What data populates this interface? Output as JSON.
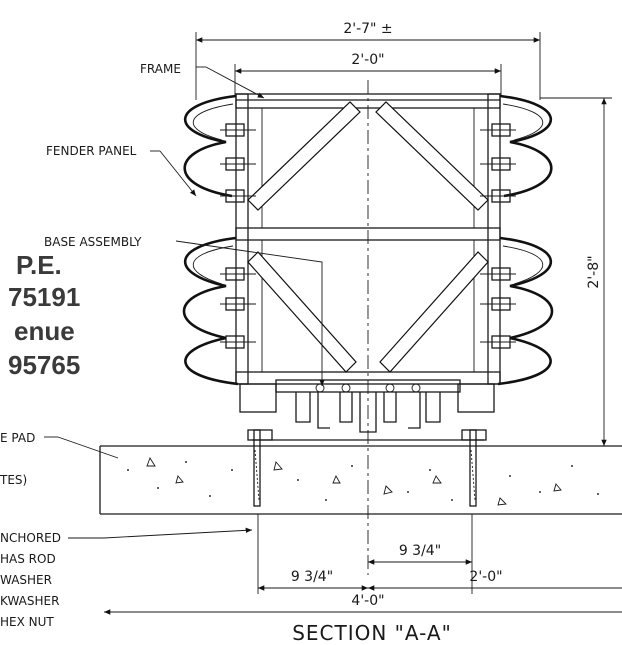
{
  "dimensions": {
    "overall_width": "2'-7\" ±",
    "inner_width": "2'-0\"",
    "height": "2'-8\"",
    "offset_right": "9 3/4\"",
    "offset_left": "9 3/4\"",
    "right_width": "2'-0\"",
    "base_width": "4'-0\""
  },
  "labels": {
    "frame": "FRAME",
    "fender_panel": "FENDER PANEL",
    "base_assembly": "BASE ASSEMBLY",
    "pad": "E PAD",
    "tes": "TES)",
    "anchored": "NCHORED",
    "has_rod": "HAS ROD",
    "washer": "WASHER",
    "kwasher": "KWASHER",
    "hex_nut": "HEX NUT"
  },
  "stamp": {
    "line1": "P.E.",
    "line2": "75191",
    "line3": "enue",
    "line4": "95765"
  },
  "title": "SECTION \"A-A\""
}
